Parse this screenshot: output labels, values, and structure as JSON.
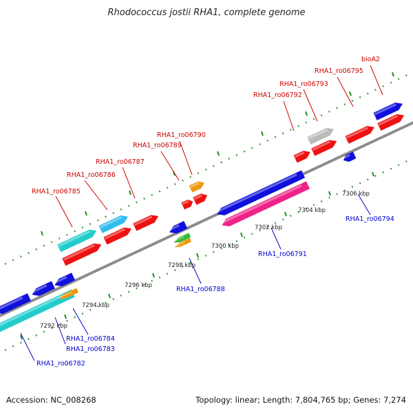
{
  "title": "Rhodococcus jostii RHA1, complete genome",
  "footer": {
    "accession": "Accession: NC_008268",
    "topology": "Topology: linear; Length: 7,804,765 bp; Genes: 7,274"
  },
  "colors": {
    "backbone": "#8c8c8c",
    "dots": "#1e8c1e",
    "label_top": "#cc0000",
    "label_bottom": "#0000cc",
    "red": "#ee1111",
    "blue": "#1010dd",
    "cyan": "#22cccc",
    "sky": "#33bbee",
    "orange": "#ee9911",
    "green": "#33bb33",
    "magenta": "#ee2288",
    "gray": "#bbbbbb"
  },
  "ticks": [
    "7292 kbp",
    "7294 kbp",
    "7296 kbp",
    "7298 kbp",
    "7300 kbp",
    "7302 kbp",
    "7304 kbp",
    "7306 kbp"
  ],
  "labels_top": [
    "RHA1_ro06785",
    "RHA1_ro06786",
    "RHA1_ro06787",
    "RHA1_ro06789",
    "RHA1_ro06790",
    "RHA1_ro06792",
    "RHA1_ro06793",
    "RHA1_ro06795",
    "bioA2"
  ],
  "labels_bottom": [
    "RHA1_ro06782",
    "RHA1_ro06783",
    "RHA1_ro06784",
    "RHA1_ro06788",
    "RHA1_ro06791",
    "RHA1_ro06794"
  ]
}
